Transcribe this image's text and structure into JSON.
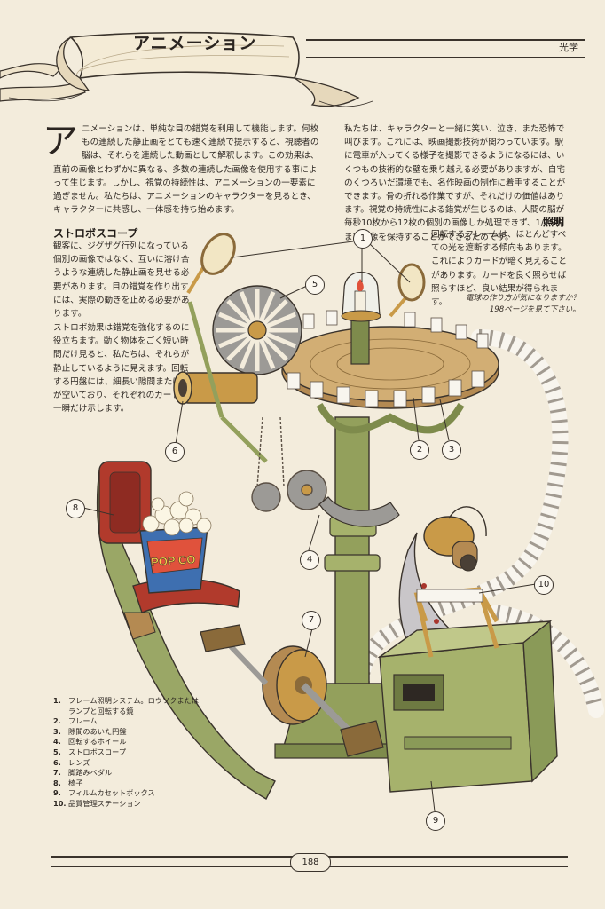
{
  "header": {
    "title": "アニメーション",
    "category": "光学"
  },
  "intro": {
    "dropcap": "ア",
    "text": "ニメーションは、単純な目の錯覚を利用して機能します。何枚もの連続した静止画をとても速く連続で提示すると、視聴者の脳は、それらを連続した動画として解釈します。この効果は、直前の画像とわずかに異なる、多数の連続した画像を使用する事によって生じます。しかし、視覚の持続性は、アニメーションの一要素に過ぎません。私たちは、アニメーションのキャラクターを見るとき、キャラクターに共感し、一体感を持ち始めます。"
  },
  "column2": {
    "text": "私たちは、キャラクターと一緒に笑い、泣き、また恐怖で叫びます。これには、映画撮影技術が関わっています。駅に電車が入ってくる様子を撮影できるようになるには、いくつもの技術的な壁を乗り越える必要がありますが、自宅のくつろいだ環境でも、名作映画の制作に着手することができます。骨の折れる作業ですが、それだけの価値はあります。視覚の持続性による錯覚が生じるのは、人間の脳が毎秒10枚から12枚の個別の画像しか処理できず、1/15秒まで画像を保持することができるためです。"
  },
  "stroboscope": {
    "heading": "ストロボスコープ",
    "p1": "観客に、ジグザグ行列になっている個別の画像ではなく、互いに溶け合うような連続した静止画を見せる必要があります。目の錯覚を作り出すには、実際の動きを止める必要があります。",
    "p2": "ストロボ効果は錯覚を強化するのに役立ちます。動く物体をごく短い時間だけ見ると、私たちは、それらが静止しているように見えます。回転する円盤には、細長い隙間または穴が空いており、それぞれのカードを一瞬だけ示します。"
  },
  "lighting": {
    "heading": "照明",
    "text": "回転するフレームは、ほとんどすべての光を遮断する傾向もあります。これによりカードが暗く見えることがあります。カードを良く照らせば照らすほど、良い結果が得られます。",
    "note_line1": "電球の作り方が気になりますか？",
    "note_line2": "198ページを見て下さい。"
  },
  "legend": [
    {
      "num": "1.",
      "label": "フレーム照明システム。ロウソクまたはランプと回転する鏡"
    },
    {
      "num": "2.",
      "label": "フレーム"
    },
    {
      "num": "3.",
      "label": "隙間のあいた円盤"
    },
    {
      "num": "4.",
      "label": "回転するホイール"
    },
    {
      "num": "5.",
      "label": "ストロボスコープ"
    },
    {
      "num": "6.",
      "label": "レンズ"
    },
    {
      "num": "7.",
      "label": "脚踏みペダル"
    },
    {
      "num": "8.",
      "label": "椅子"
    },
    {
      "num": "9.",
      "label": "フィルムカセットボックス"
    },
    {
      "num": "10.",
      "label": "品質管理ステーション"
    }
  ],
  "callouts": [
    "1",
    "2",
    "3",
    "4",
    "5",
    "6",
    "7",
    "8",
    "9",
    "10"
  ],
  "popcorn_text": "POP CO",
  "footer": {
    "page_number": "188"
  },
  "colors": {
    "paper": "#f3ecdc",
    "ink": "#2b2520",
    "brass": "#c99a48",
    "olive": "#8a9a58",
    "wood": "#b48a52",
    "red": "#a8352c",
    "blue": "#3e6fb0"
  }
}
